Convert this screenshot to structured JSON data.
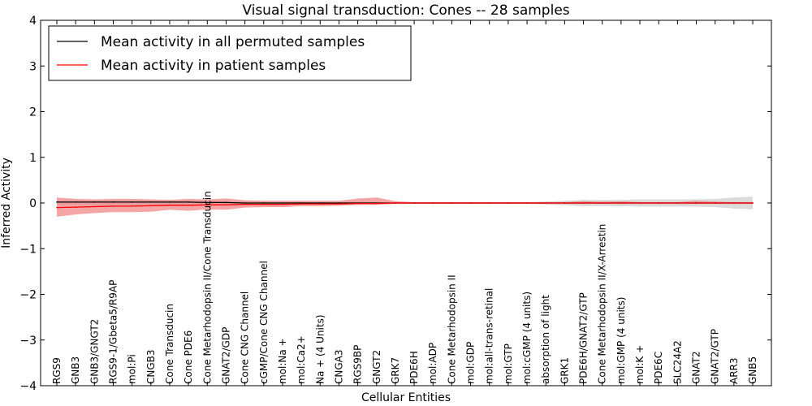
{
  "chart_data": {
    "type": "line",
    "title": "Visual signal transduction: Cones -- 28 samples",
    "xlabel": "Cellular Entities",
    "ylabel": "Inferred Activity",
    "ylim": [
      -4,
      4
    ],
    "yticks": [
      -4,
      -3,
      -2,
      -1,
      0,
      1,
      2,
      3,
      4
    ],
    "ytick_labels": [
      "−4",
      "−3",
      "−2",
      "−1",
      "0",
      "1",
      "2",
      "3",
      "4"
    ],
    "grid": false,
    "legend_position": "top-left",
    "categories": [
      "RGS9",
      "GNB3",
      "GNB3/GNGT2",
      "RGS9-1/Gbeta5/R9AP",
      "mol:Pi",
      "CNGB3",
      "Cone Transducin",
      "Cone PDE6",
      "Cone Metarhodopsin II/Cone Transducin",
      "GNAT2/GDP",
      "Cone CNG Channel",
      "cGMP/Cone CNG Channel",
      "mol:Na +",
      "mol:Ca2+",
      "Na + (4 Units)",
      "CNGA3",
      "RGS9BP",
      "GNGT2",
      "GRK7",
      "PDE6H",
      "mol:ADP",
      "Cone Metarhodopsin II",
      "mol:GDP",
      "mol:all-trans-retinal",
      "mol:GTP",
      "mol:cGMP (4 units)",
      "absorption of light",
      "GRK1",
      "PDE6H/GNAT2/GTP",
      "Cone Metarhodopsin II/X-Arrestin",
      "mol:GMP (4 units)",
      "mol:K +",
      "PDE6C",
      "SLC24A2",
      "GNAT2",
      "GNAT2/GTP",
      "ARR3",
      "GNB5"
    ],
    "series": [
      {
        "name": "Mean activity in all permuted samples",
        "color": "#000000",
        "band_color": "#bdbdbd",
        "values": [
          0.02,
          0.02,
          0.02,
          0.02,
          0.02,
          0.02,
          0.02,
          0.02,
          0.01,
          0.01,
          0.0,
          0.0,
          0.0,
          0.0,
          0.0,
          0.0,
          0.0,
          0.0,
          0.0,
          0.0,
          0.0,
          0.0,
          0.0,
          0.0,
          0.0,
          0.0,
          0.0,
          0.0,
          0.0,
          0.0,
          0.0,
          0.0,
          0.0,
          0.0,
          0.0,
          0.0,
          0.0,
          0.0
        ],
        "lower": [
          -0.05,
          -0.05,
          -0.05,
          -0.05,
          -0.05,
          -0.05,
          -0.05,
          -0.05,
          -0.04,
          -0.04,
          -0.03,
          -0.03,
          -0.03,
          -0.03,
          -0.03,
          -0.03,
          -0.03,
          -0.02,
          -0.02,
          -0.02,
          -0.02,
          -0.02,
          -0.02,
          -0.02,
          -0.02,
          -0.02,
          -0.03,
          -0.05,
          -0.07,
          -0.07,
          -0.07,
          -0.08,
          -0.08,
          -0.08,
          -0.08,
          -0.09,
          -0.12,
          -0.14
        ],
        "upper": [
          0.06,
          0.06,
          0.06,
          0.06,
          0.06,
          0.06,
          0.06,
          0.06,
          0.05,
          0.05,
          0.04,
          0.03,
          0.03,
          0.03,
          0.03,
          0.03,
          0.03,
          0.02,
          0.02,
          0.02,
          0.02,
          0.02,
          0.02,
          0.02,
          0.02,
          0.02,
          0.03,
          0.05,
          0.07,
          0.07,
          0.07,
          0.08,
          0.08,
          0.08,
          0.08,
          0.09,
          0.12,
          0.14
        ]
      },
      {
        "name": "Mean activity in patient samples",
        "color": "#ff0000",
        "band_color": "#f08080",
        "values": [
          -0.1,
          -0.09,
          -0.08,
          -0.07,
          -0.07,
          -0.06,
          -0.05,
          -0.05,
          -0.04,
          -0.04,
          -0.03,
          -0.03,
          -0.03,
          -0.02,
          -0.02,
          -0.02,
          -0.01,
          -0.01,
          0.0,
          0.0,
          0.0,
          0.0,
          0.0,
          0.0,
          0.0,
          0.0,
          0.0,
          0.0,
          0.0,
          0.0,
          0.0,
          0.0,
          0.0,
          0.0,
          0.0,
          0.0,
          0.0,
          0.0
        ],
        "lower": [
          -0.3,
          -0.25,
          -0.22,
          -0.2,
          -0.2,
          -0.19,
          -0.15,
          -0.17,
          -0.14,
          -0.15,
          -0.1,
          -0.09,
          -0.09,
          -0.07,
          -0.07,
          -0.06,
          -0.04,
          -0.04,
          -0.02,
          -0.02,
          -0.02,
          -0.02,
          -0.02,
          -0.02,
          -0.02,
          -0.02,
          -0.02,
          -0.02,
          -0.02,
          -0.02,
          -0.02,
          -0.02,
          -0.02,
          -0.02,
          -0.02,
          -0.02,
          -0.02,
          -0.02
        ],
        "upper": [
          0.12,
          0.09,
          0.08,
          0.09,
          0.09,
          0.08,
          0.07,
          0.09,
          0.08,
          0.1,
          0.06,
          0.05,
          0.05,
          0.05,
          0.05,
          0.05,
          0.1,
          0.12,
          0.04,
          0.02,
          0.02,
          0.02,
          0.02,
          0.02,
          0.02,
          0.02,
          0.02,
          0.02,
          0.04,
          0.03,
          0.04,
          0.02,
          0.02,
          0.02,
          0.05,
          0.03,
          0.02,
          0.02
        ]
      }
    ]
  }
}
